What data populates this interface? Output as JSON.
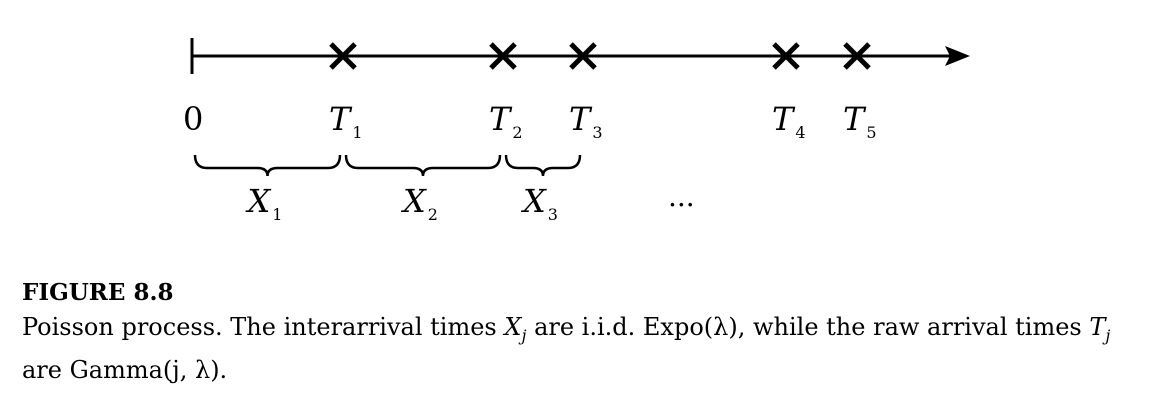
{
  "diagram": {
    "origin_label": "0",
    "arrivals": [
      {
        "symbol": "T",
        "index": "1"
      },
      {
        "symbol": "T",
        "index": "2"
      },
      {
        "symbol": "T",
        "index": "3"
      },
      {
        "symbol": "T",
        "index": "4"
      },
      {
        "symbol": "T",
        "index": "5"
      }
    ],
    "intervals": [
      {
        "symbol": "X",
        "index": "1"
      },
      {
        "symbol": "X",
        "index": "2"
      },
      {
        "symbol": "X",
        "index": "3"
      }
    ],
    "ellipsis": "..."
  },
  "caption": {
    "figure_label": "FIGURE 8.8",
    "text_part1": "Poisson process. The interarrival times ",
    "x_symbol": "X",
    "x_sub": "j",
    "text_part2": " are i.i.d. Expo(λ), while the raw arrival times ",
    "t_symbol": "T",
    "t_sub": "j",
    "text_part3": " are Gamma(j, λ)."
  }
}
